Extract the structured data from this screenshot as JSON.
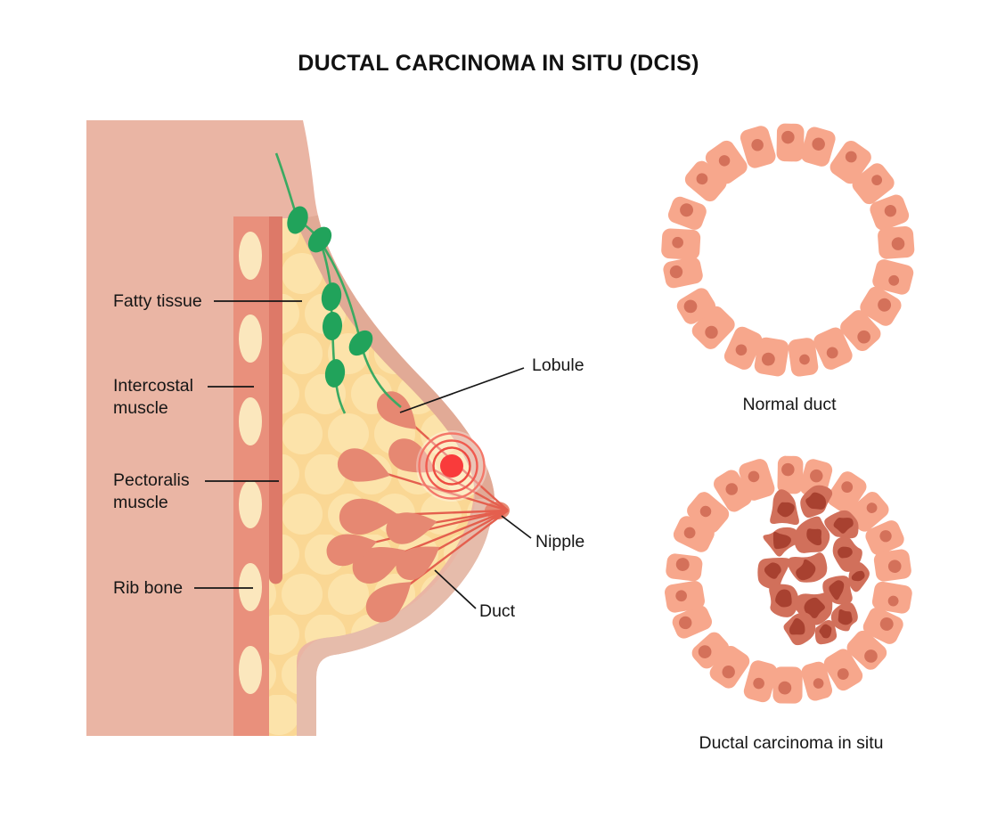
{
  "title": "DUCTAL CARCINOMA IN SITU (DCIS)",
  "anatomy_labels": {
    "fatty_tissue": "Fatty tissue",
    "intercostal_muscle": "Intercostal\nmuscle",
    "pectoralis_muscle": "Pectoralis\nmuscle",
    "rib_bone": "Rib bone",
    "lobule": "Lobule",
    "nipple": "Nipple",
    "duct": "Duct"
  },
  "duct_panels": {
    "normal": {
      "caption": "Normal duct"
    },
    "dcis": {
      "caption": "Ductal carcinoma in situ"
    }
  },
  "colors": {
    "background": "#FFFFFF",
    "skin": "#EAB5A4",
    "skin_shade_upper": "#E1AA96",
    "skin_shade_lower": "#E6BCAB",
    "fat_base": "#FAD794",
    "fat_circle": "#FCE3AA",
    "intercostal_muscle": "#E9907C",
    "pectoralis_muscle": "#DD7968",
    "rib_bone": "#FBE7BD",
    "lobule": "#E68872",
    "duct_line": "#E45F4E",
    "lymph_node": "#21A35B",
    "lymph_line": "#3BAA62",
    "marker_dot": "#F93B3B",
    "marker_ring": "#EF5248",
    "cell_fill": "#F7A78C",
    "cell_nucleus": "#D4715A",
    "tumor_cell": "#D1705B",
    "tumor_nucleus": "#A84130",
    "label_text": "#161616"
  }
}
